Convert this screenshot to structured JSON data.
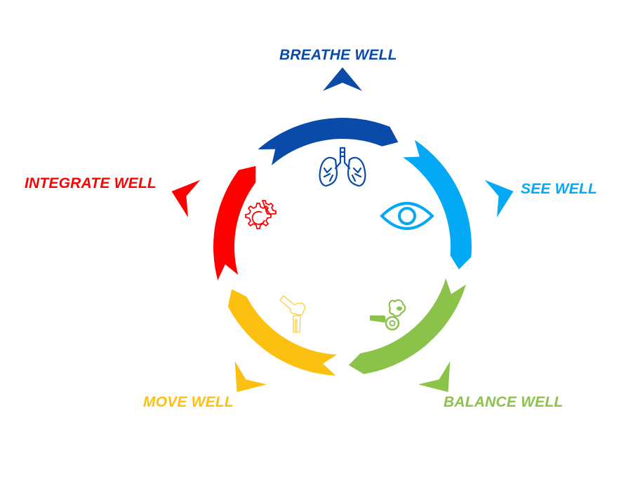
{
  "diagram": {
    "type": "cycle",
    "center_label": "",
    "stages": [
      {
        "id": "breathe",
        "label": "BREATHE WELL",
        "color": "#0a4aa8",
        "icon": "lungs-icon"
      },
      {
        "id": "see",
        "label": "SEE WELL",
        "color": "#03a9f4",
        "icon": "eye-icon"
      },
      {
        "id": "balance",
        "label": "BALANCE WELL",
        "color": "#8bc34a",
        "icon": "inner-ear-icon"
      },
      {
        "id": "move",
        "label": "MOVE WELL",
        "color": "#fcc010",
        "icon": "knee-joint-icon"
      },
      {
        "id": "integrate",
        "label": "INTEGRATE WELL",
        "color": "#fe0000",
        "icon": "gears-icon"
      }
    ],
    "flow_direction": "clockwise"
  }
}
